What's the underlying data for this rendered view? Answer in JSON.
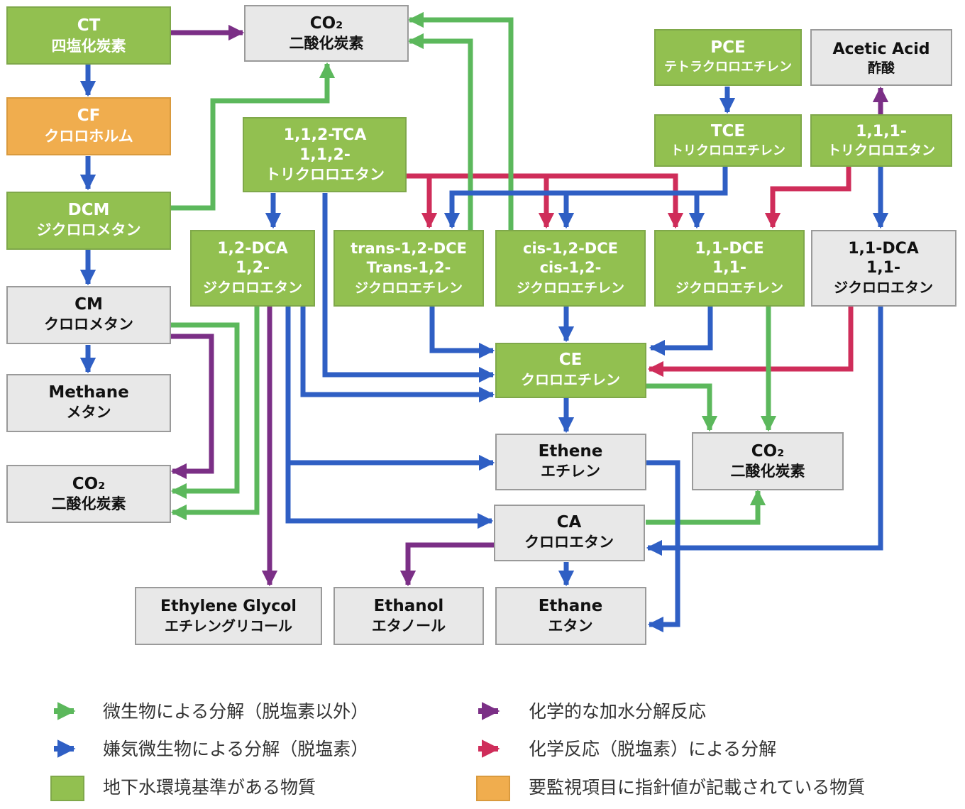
{
  "colors": {
    "green_box": "#92c050",
    "orange_box": "#f0ad4e",
    "gray_box": "#e8e8e8",
    "green_arrow": "#5cb85c",
    "blue_arrow": "#2f5fc4",
    "purple_arrow": "#7b2f86",
    "red_arrow": "#cf2d5a"
  },
  "nodes": {
    "ct": {
      "line1": "CT",
      "line2": "四塩化炭素"
    },
    "co2_top": {
      "line1": "CO₂",
      "line2": "二酸化炭素"
    },
    "pce": {
      "line1": "PCE",
      "line2": "テトラクロロエチレン"
    },
    "acetic": {
      "line1": "Acetic Acid",
      "line2": "酢酸"
    },
    "cf": {
      "line1": "CF",
      "line2": "クロロホルム"
    },
    "tca112": {
      "line1": "1,1,2-TCA",
      "line2": "1,1,2-",
      "line3": "トリクロロエタン"
    },
    "tce": {
      "line1": "TCE",
      "line2": "トリクロロエチレン"
    },
    "tca111": {
      "line1": "1,1,1-",
      "line2": "トリクロロエタン"
    },
    "dcm": {
      "line1": "DCM",
      "line2": "ジクロロメタン"
    },
    "dca12": {
      "line1": "1,2-DCA",
      "line2": "1,2-",
      "line3": "ジクロロエタン"
    },
    "tdce": {
      "line1": "trans-1,2-DCE",
      "line2": "Trans-1,2-",
      "line3": "ジクロロエチレン"
    },
    "cdce": {
      "line1": "cis-1,2-DCE",
      "line2": "cis-1,2-",
      "line3": "ジクロロエチレン"
    },
    "dce11": {
      "line1": "1,1-DCE",
      "line2": "1,1-",
      "line3": "ジクロロエチレン"
    },
    "dca11": {
      "line1": "1,1-DCA",
      "line2": "1,1-",
      "line3": "ジクロロエタン"
    },
    "cm": {
      "line1": "CM",
      "line2": "クロロメタン"
    },
    "ce": {
      "line1": "CE",
      "line2": "クロロエチレン"
    },
    "methane": {
      "line1": "Methane",
      "line2": "メタン"
    },
    "ethene": {
      "line1": "Ethene",
      "line2": "エチレン"
    },
    "co2_right": {
      "line1": "CO₂",
      "line2": "二酸化炭素"
    },
    "co2_left": {
      "line1": "CO₂",
      "line2": "二酸化炭素"
    },
    "ca": {
      "line1": "CA",
      "line2": "クロロエタン"
    },
    "glycol": {
      "line1": "Ethylene Glycol",
      "line2": "エチレングリコール"
    },
    "ethanol": {
      "line1": "Ethanol",
      "line2": "エタノール"
    },
    "ethane": {
      "line1": "Ethane",
      "line2": "エタン"
    }
  },
  "legend": {
    "green_arrow": "微生物による分解（脱塩素以外）",
    "blue_arrow": "嫌気微生物による分解（脱塩素）",
    "green_box": "地下水環境基準がある物質",
    "purple_arrow": "化学的な加水分解反応",
    "red_arrow": "化学反応（脱塩素）による分解",
    "orange_box": "要監視項目に指針値が記載されている物質"
  }
}
